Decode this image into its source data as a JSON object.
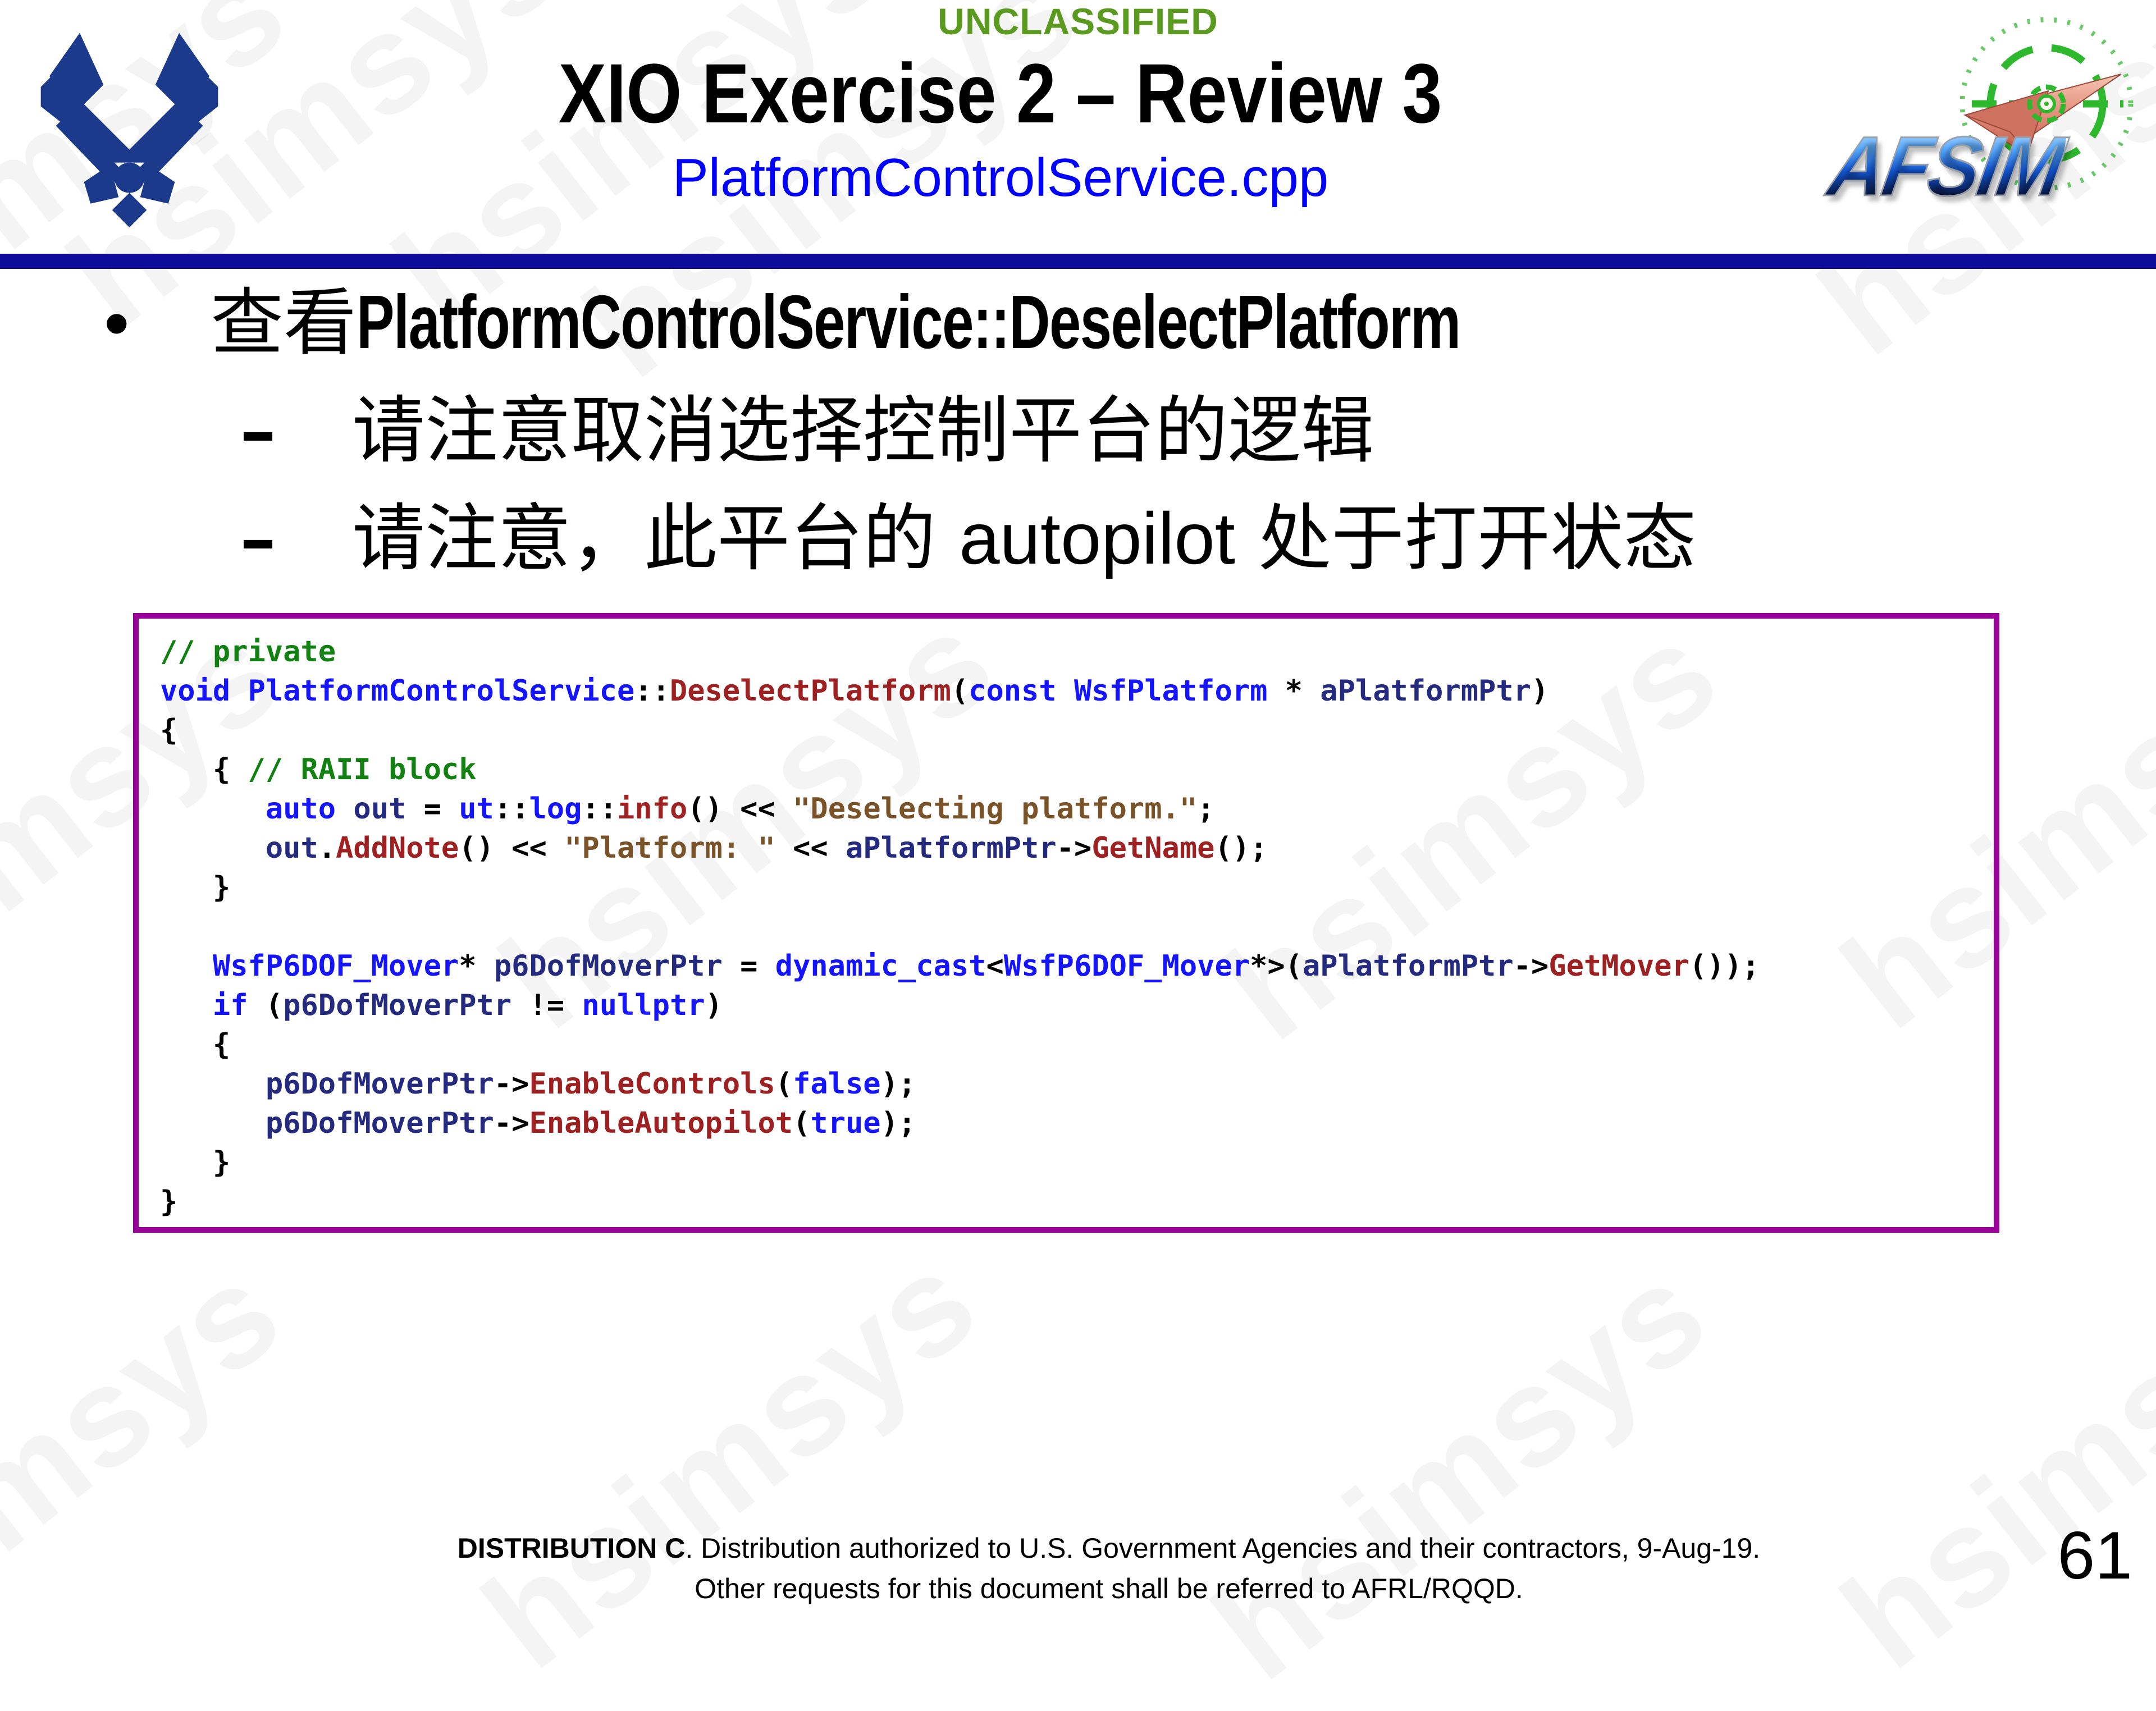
{
  "header": {
    "classification": "UNCLASSIFIED",
    "title": "XIO Exercise 2 – Review 3",
    "subtitle": "PlatformControlService.cpp",
    "afsim_text": "AFSIM"
  },
  "colors": {
    "classification_green": "#5a9a1e",
    "subtitle_blue": "#0000fe",
    "divider_navy": "#0d0d9a",
    "code_border_purple": "#990099",
    "code_comment": "#118211",
    "code_keyword": "#1414ff",
    "code_function": "#9e2020",
    "code_variable": "#232a80",
    "code_string": "#7a5228",
    "usaf_logo_blue": "#1b3a8c",
    "afsim_green": "#2eb82e"
  },
  "bullets": {
    "main": {
      "marker": "•",
      "zh": "查看",
      "code": "PlatformControlService::DeselectPlatform"
    },
    "sub": [
      {
        "marker": "–",
        "text": "请注意取消选择控制平台的逻辑"
      },
      {
        "marker": "–",
        "zh_before": "请注意，此平台的 ",
        "latin": "autopilot",
        "zh_after": " 处于打开状态"
      }
    ]
  },
  "code": {
    "lines": [
      [
        [
          "c",
          "// private"
        ]
      ],
      [
        [
          "k",
          "void"
        ],
        [
          "p",
          " "
        ],
        [
          "k",
          "PlatformControlService"
        ],
        [
          "p",
          "::"
        ],
        [
          "f",
          "DeselectPlatform"
        ],
        [
          "p",
          "("
        ],
        [
          "k",
          "const"
        ],
        [
          "p",
          " "
        ],
        [
          "k",
          "WsfPlatform"
        ],
        [
          "p",
          " * "
        ],
        [
          "v",
          "aPlatformPtr"
        ],
        [
          "p",
          ")"
        ]
      ],
      [
        [
          "p",
          "{"
        ]
      ],
      [
        [
          "p",
          "   { "
        ],
        [
          "c",
          "// RAII block"
        ]
      ],
      [
        [
          "p",
          "      "
        ],
        [
          "k",
          "auto"
        ],
        [
          "p",
          " "
        ],
        [
          "v",
          "out"
        ],
        [
          "p",
          " = "
        ],
        [
          "k",
          "ut"
        ],
        [
          "p",
          "::"
        ],
        [
          "k",
          "log"
        ],
        [
          "p",
          "::"
        ],
        [
          "f",
          "info"
        ],
        [
          "p",
          "() << "
        ],
        [
          "s",
          "\"Deselecting platform.\""
        ],
        [
          "p",
          ";"
        ]
      ],
      [
        [
          "p",
          "      "
        ],
        [
          "v",
          "out"
        ],
        [
          "p",
          "."
        ],
        [
          "f",
          "AddNote"
        ],
        [
          "p",
          "() << "
        ],
        [
          "s",
          "\"Platform: \""
        ],
        [
          "p",
          " << "
        ],
        [
          "v",
          "aPlatformPtr"
        ],
        [
          "p",
          "->"
        ],
        [
          "f",
          "GetName"
        ],
        [
          "p",
          "();"
        ]
      ],
      [
        [
          "p",
          "   }"
        ]
      ],
      [],
      [
        [
          "p",
          "   "
        ],
        [
          "k",
          "WsfP6DOF_Mover"
        ],
        [
          "p",
          "* "
        ],
        [
          "v",
          "p6DofMoverPtr"
        ],
        [
          "p",
          " = "
        ],
        [
          "k",
          "dynamic_cast"
        ],
        [
          "p",
          "<"
        ],
        [
          "k",
          "WsfP6DOF_Mover"
        ],
        [
          "p",
          "*>("
        ],
        [
          "v",
          "aPlatformPtr"
        ],
        [
          "p",
          "->"
        ],
        [
          "f",
          "GetMover"
        ],
        [
          "p",
          "());"
        ]
      ],
      [
        [
          "p",
          "   "
        ],
        [
          "k",
          "if"
        ],
        [
          "p",
          " ("
        ],
        [
          "v",
          "p6DofMoverPtr"
        ],
        [
          "p",
          " != "
        ],
        [
          "k",
          "nullptr"
        ],
        [
          "p",
          ")"
        ]
      ],
      [
        [
          "p",
          "   {"
        ]
      ],
      [
        [
          "p",
          "      "
        ],
        [
          "v",
          "p6DofMoverPtr"
        ],
        [
          "p",
          "->"
        ],
        [
          "f",
          "EnableControls"
        ],
        [
          "p",
          "("
        ],
        [
          "k",
          "false"
        ],
        [
          "p",
          ");"
        ]
      ],
      [
        [
          "p",
          "      "
        ],
        [
          "v",
          "p6DofMoverPtr"
        ],
        [
          "p",
          "->"
        ],
        [
          "f",
          "EnableAutopilot"
        ],
        [
          "p",
          "("
        ],
        [
          "k",
          "true"
        ],
        [
          "p",
          ");"
        ]
      ],
      [
        [
          "p",
          "   }"
        ]
      ],
      [
        [
          "p",
          "}"
        ]
      ]
    ]
  },
  "footer": {
    "line1_bold": "DISTRIBUTION C",
    "line1_rest": ". Distribution authorized to U.S. Government Agencies and their contractors, 9-Aug-19.",
    "line2": "Other requests for this document shall be referred to AFRL/RQQD.",
    "page_number": "61"
  },
  "watermark": {
    "text": "hsimsys"
  }
}
